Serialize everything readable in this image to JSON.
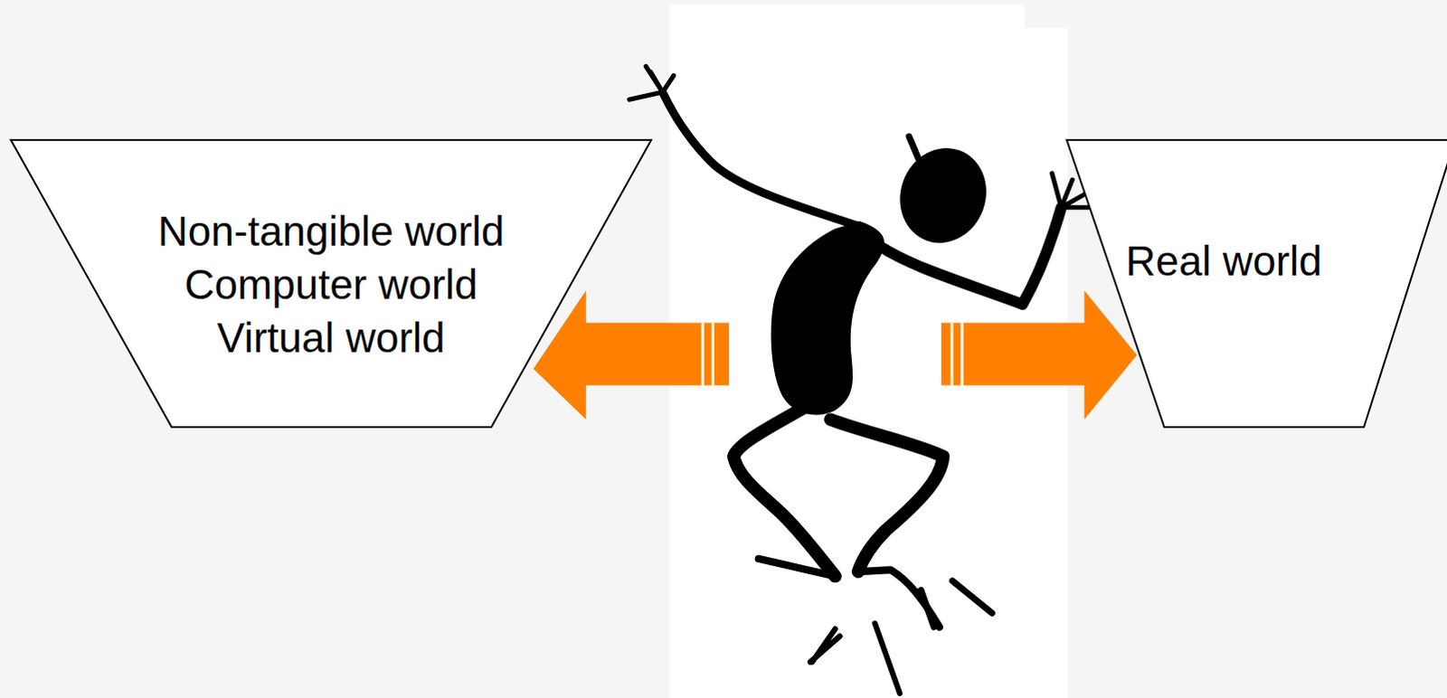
{
  "diagram": {
    "nodes": [
      {
        "text": [
          "Non-tangible world",
          "Computer world",
          "Virtual world"
        ]
      },
      {
        "text": [
          "Real world"
        ]
      }
    ]
  }
}
